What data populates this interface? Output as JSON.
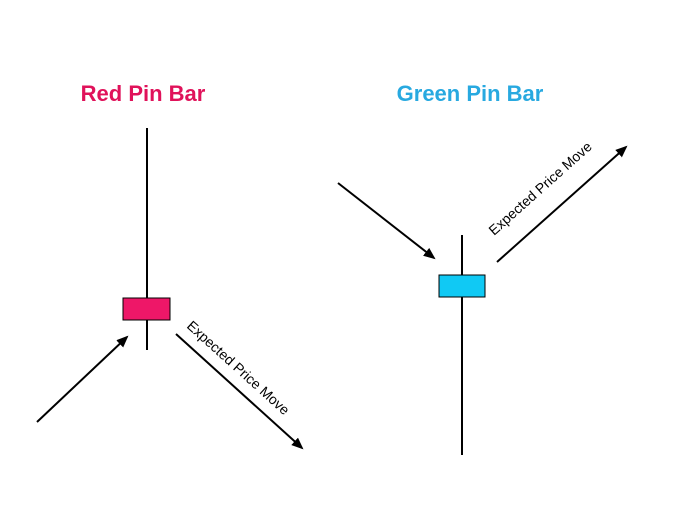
{
  "colors": {
    "red_pin": "#ee1768",
    "green_pin": "#10c9f4",
    "red_title": "#e0125a",
    "green_title": "#28a9e0",
    "line": "#000000"
  },
  "red_pin_bar": {
    "title": "Red Pin Bar",
    "arrow_label": "Expected Price Move"
  },
  "green_pin_bar": {
    "title": "Green Pin Bar",
    "arrow_label": "Expected Price Move"
  }
}
